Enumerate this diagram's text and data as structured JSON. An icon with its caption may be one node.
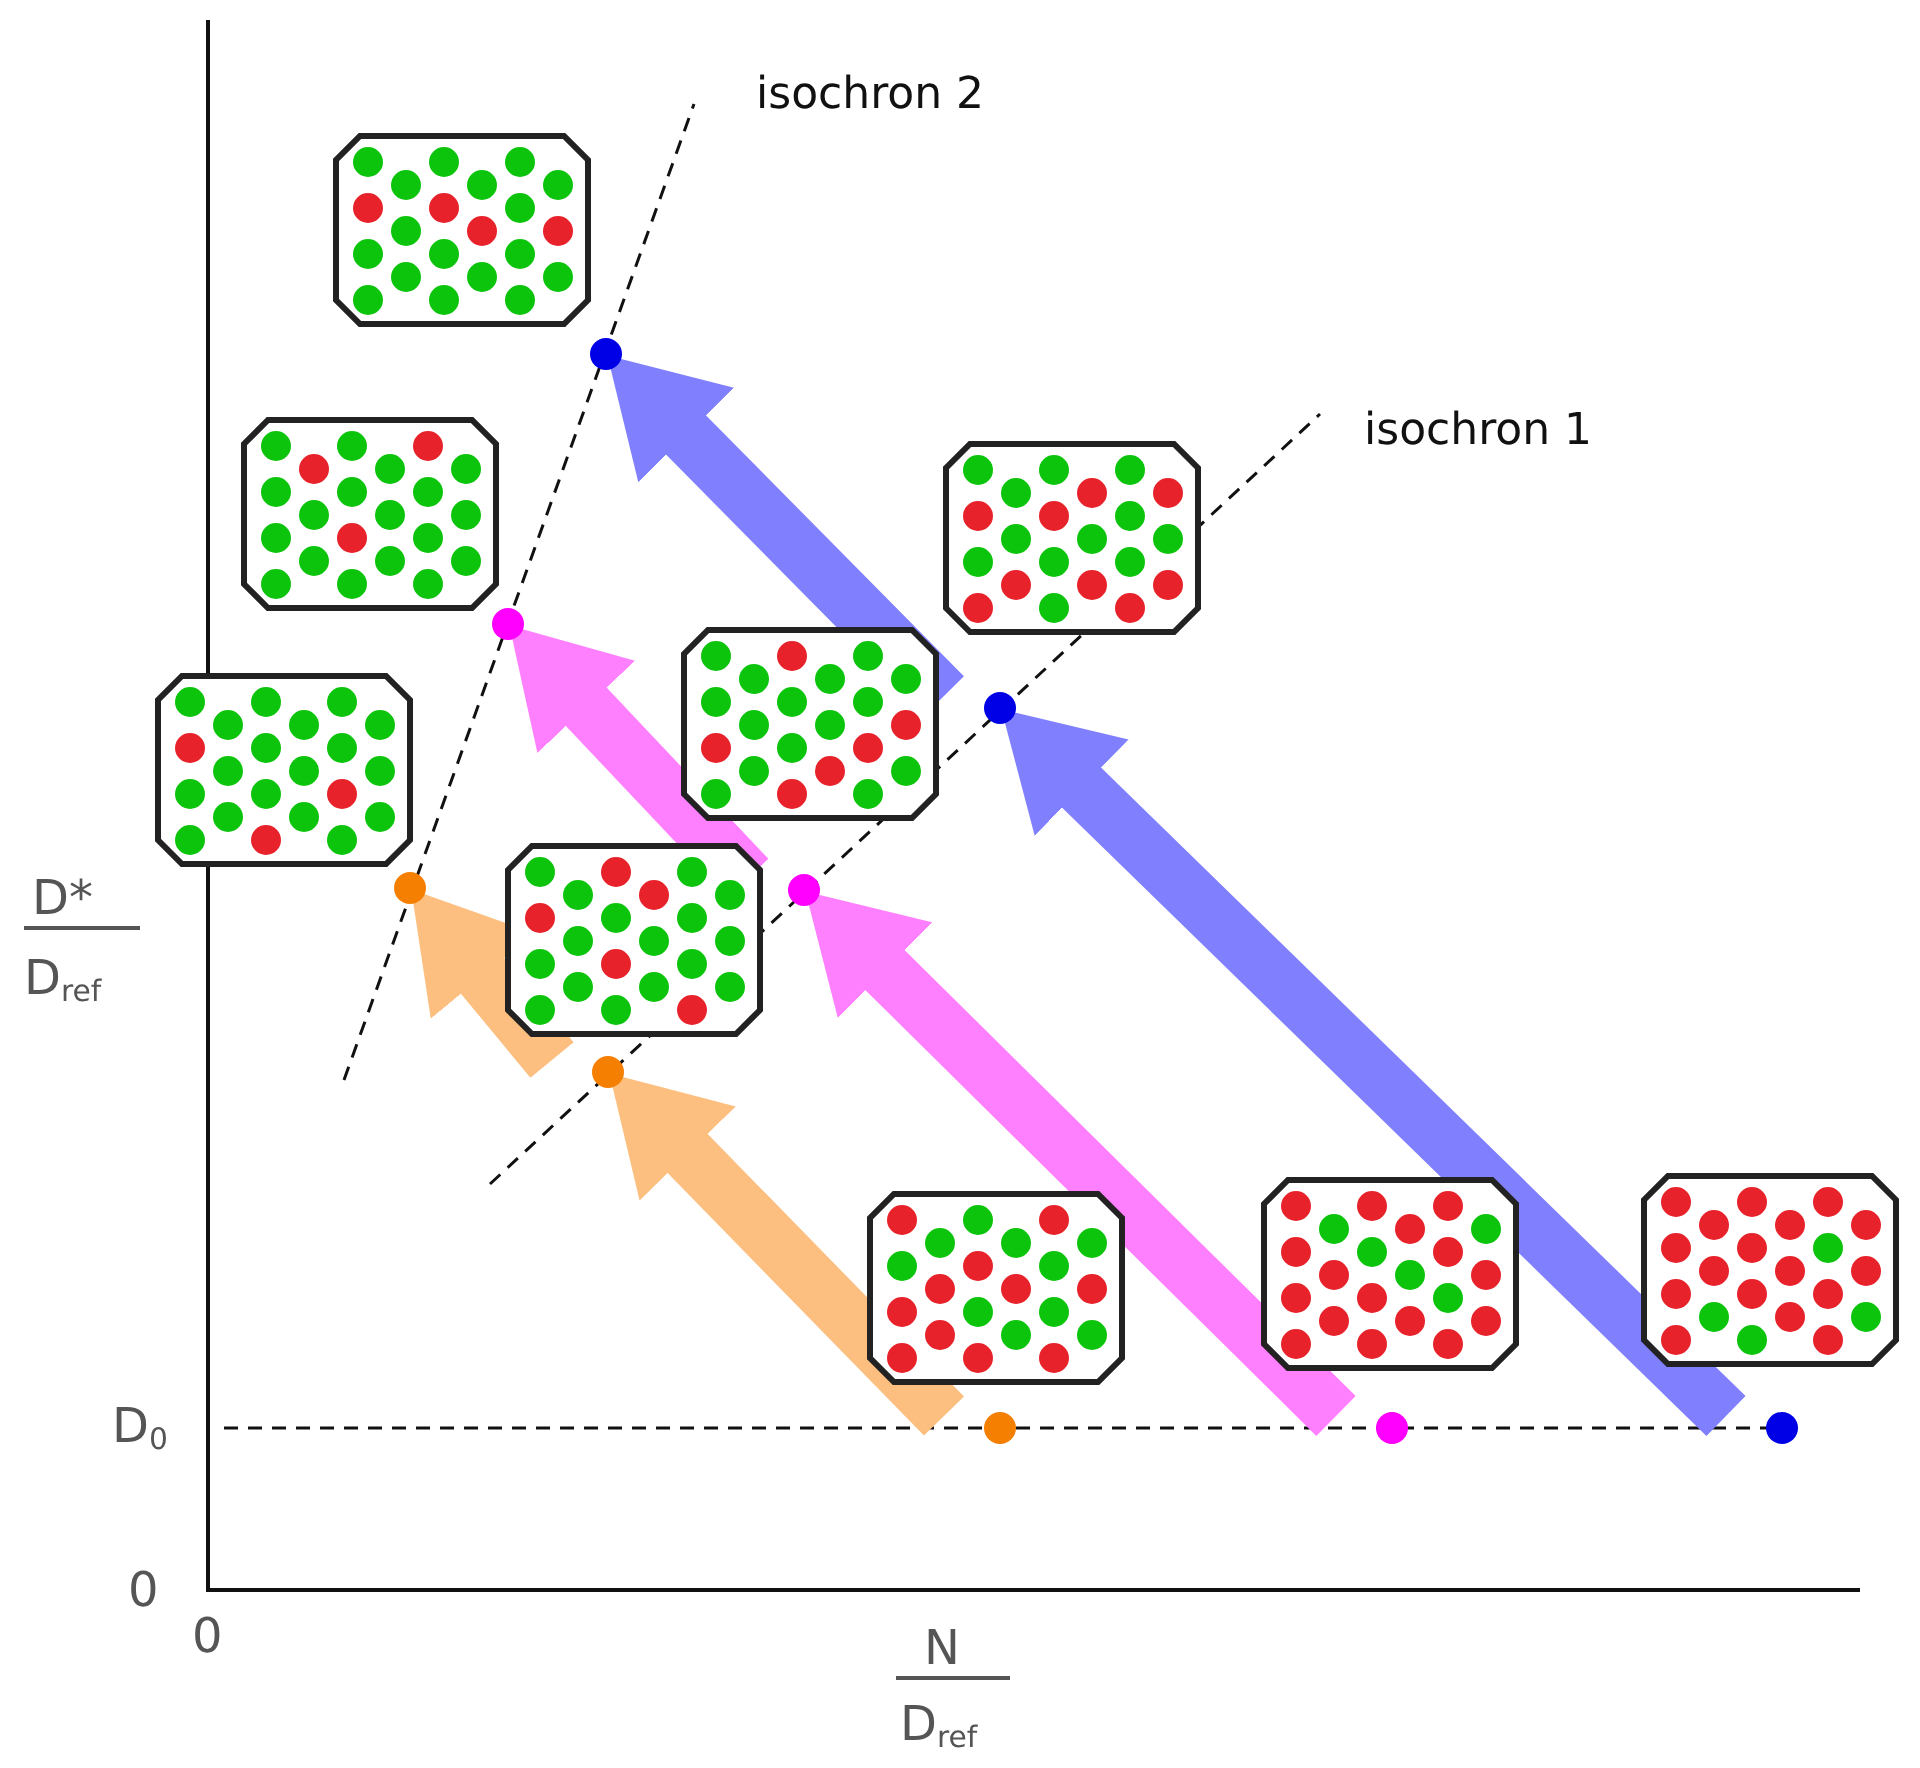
{
  "diagram": {
    "nodes": [
      {
        "text": [],
        "shape": "circle"
      },
      {
        "text": [],
        "shape": "circle"
      },
      {
        "text": [],
        "shape": "circle"
      },
      {
        "text": [],
        "shape": "circle"
      },
      {
        "text": [],
        "shape": "circle"
      },
      {
        "text": [],
        "shape": "circle"
      },
      {
        "text": [],
        "shape": "circle"
      },
      {
        "text": [],
        "shape": "circle"
      },
      {
        "text": [],
        "shape": "circle"
      }
    ],
    "edges": [
      {
        "from": 6,
        "to": 5,
        "arrow": "to",
        "color": "#fdbf80"
      },
      {
        "from": 5,
        "to": 3,
        "arrow": "to",
        "color": "#fdbf80"
      },
      {
        "from": 7,
        "to": 4,
        "arrow": "to",
        "color": "#ff80ff"
      },
      {
        "from": 4,
        "to": 1,
        "arrow": "to",
        "color": "#ff80ff"
      },
      {
        "from": 8,
        "to": 2,
        "arrow": "to",
        "color": "#8080ff"
      },
      {
        "from": 2,
        "to": 0,
        "arrow": "to",
        "color": "#8080ff"
      }
    ],
    "labels": [
      "isochron 2",
      "isochron 1",
      "D*",
      "D$_{ref}$",
      "D$_{0}$",
      "0",
      "0",
      "N",
      "D$_{ref}$"
    ]
  }
}
